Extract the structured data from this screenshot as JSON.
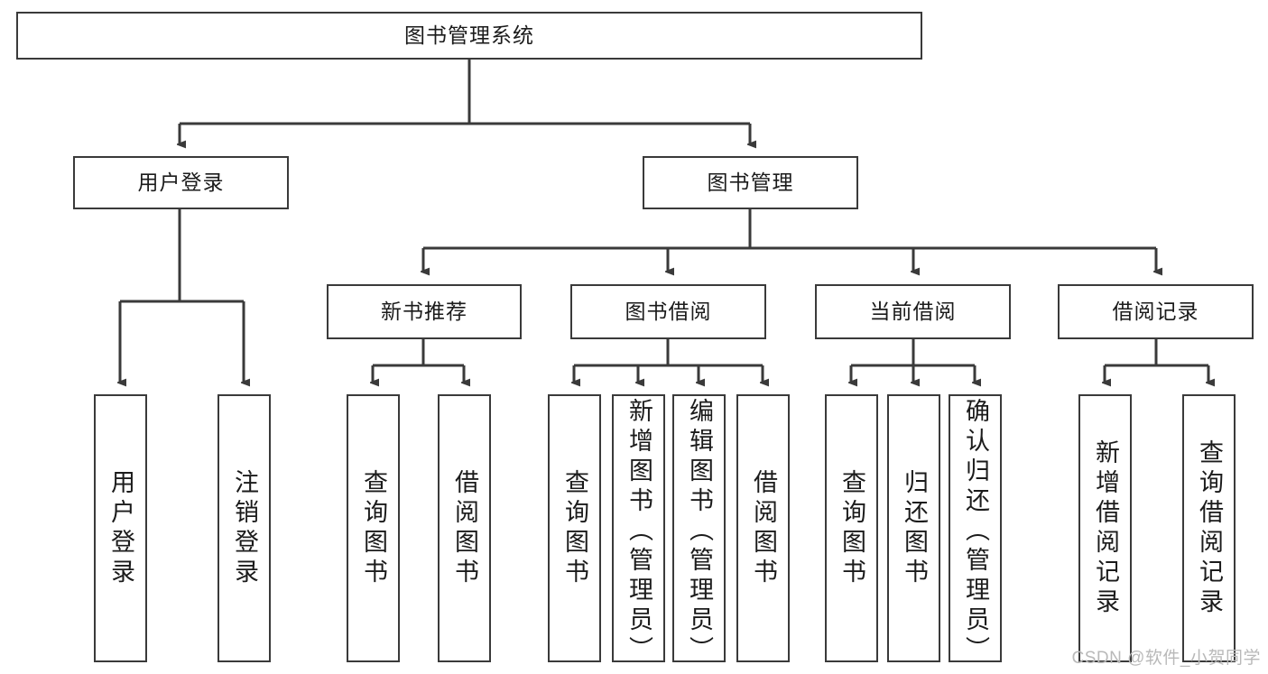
{
  "diagram": {
    "title": "图书管理系统",
    "type": "tree-hierarchy",
    "watermark": "CSDN @软件_小贺同学",
    "colors": {
      "box_border": "#3a3a3a",
      "box_fill": "#ffffff",
      "edge": "#3a3a3a",
      "text": "#1b1b1b",
      "watermark": "#b9b9b9"
    },
    "nodes": {
      "root": "图书管理系统",
      "level2": {
        "user_login": "用户登录",
        "book_manage": "图书管理"
      },
      "level3": {
        "new_book_rec": "新书推荐",
        "book_borrow": "图书借阅",
        "current_borrow": "当前借阅",
        "borrow_record": "借阅记录"
      },
      "leaves": {
        "user_login_1": "用户登录",
        "user_login_2": "注销登录",
        "new_book_rec_1": "查询图书",
        "new_book_rec_2": "借阅图书",
        "book_borrow_1": "查询图书",
        "book_borrow_2": "新增图书（管理员）",
        "book_borrow_3": "编辑图书（管理员）",
        "book_borrow_4": "借阅图书",
        "current_borrow_1": "查询图书",
        "current_borrow_2": "归还图书",
        "current_borrow_3": "确认归还（管理员）",
        "borrow_record_1": "新增借阅记录",
        "borrow_record_2": "查询借阅记录"
      }
    }
  }
}
